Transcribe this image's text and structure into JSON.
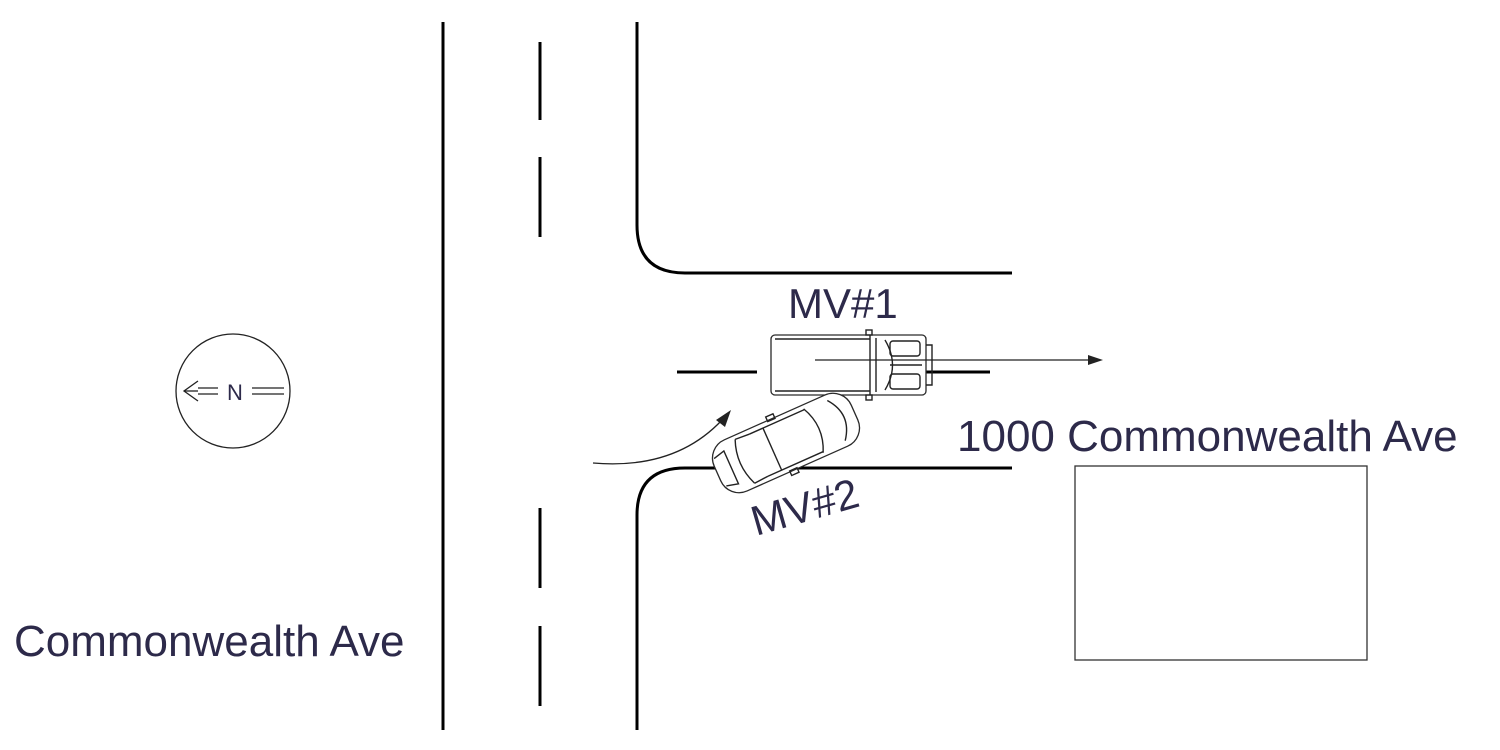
{
  "labels": {
    "street_name": "Commonwealth Ave",
    "building_address": "1000 Commonwealth Ave",
    "vehicle_1": "MV#1",
    "vehicle_2": "MV#2",
    "north_indicator": "N"
  },
  "colors": {
    "line": "#000000",
    "text": "#2d2a4a",
    "background": "#ffffff"
  },
  "icons": [
    "north-arrow-icon",
    "vehicle-1-icon",
    "vehicle-2-icon"
  ]
}
